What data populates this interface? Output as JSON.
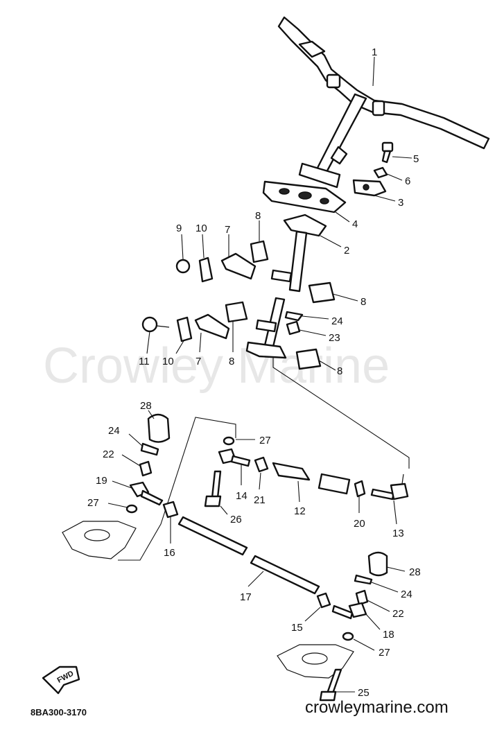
{
  "watermark": "Crowley Marine",
  "diagram_code": "8BA300-3170",
  "website": "crowleymarine.com",
  "direction_label": "FWD",
  "callouts": {
    "c1": "1",
    "c2": "2",
    "c3": "3",
    "c4": "4",
    "c5": "5",
    "c6": "6",
    "c8a": "8",
    "c9": "9",
    "c10a": "10",
    "c7a": "7",
    "c8b": "8",
    "c24a": "24",
    "c23": "23",
    "c11": "11",
    "c10b": "10",
    "c7b": "7",
    "c8c": "8",
    "c8d": "8",
    "c28a": "28",
    "c27a": "27",
    "c24b": "24",
    "c22a": "22",
    "c19": "19",
    "c27b": "27",
    "c14": "14",
    "c21": "21",
    "c12": "12",
    "c26": "26",
    "c20": "20",
    "c13": "13",
    "c16": "16",
    "c28b": "28",
    "c17": "17",
    "c24c": "24",
    "c22b": "22",
    "c15": "15",
    "c18": "18",
    "c27c": "27",
    "c25": "25"
  }
}
